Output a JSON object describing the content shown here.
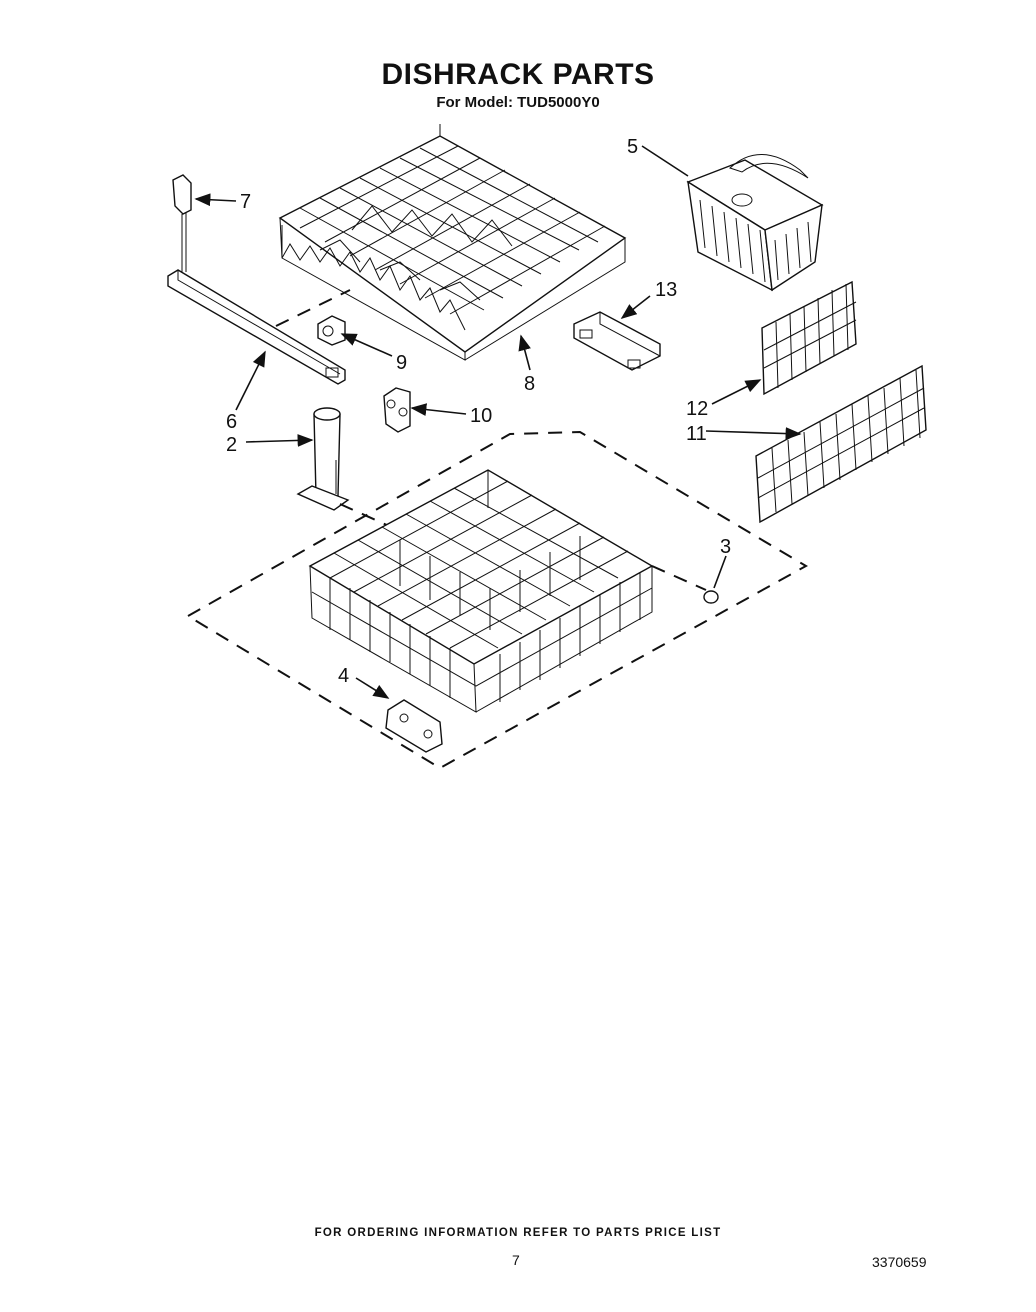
{
  "header": {
    "title": "DISHRACK PARTS",
    "subtitle": "For Model: TUD5000Y0"
  },
  "callouts": [
    {
      "id": "label-1",
      "text": "5"
    },
    {
      "id": "label-2",
      "text": "7"
    },
    {
      "id": "label-3",
      "text": "13"
    },
    {
      "id": "label-4",
      "text": "9"
    },
    {
      "id": "label-5",
      "text": "8"
    },
    {
      "id": "label-6",
      "text": "6"
    },
    {
      "id": "label-7",
      "text": "10"
    },
    {
      "id": "label-8",
      "text": "12"
    },
    {
      "id": "label-9",
      "text": "11"
    },
    {
      "id": "label-10",
      "text": "2"
    },
    {
      "id": "label-11",
      "text": "3"
    },
    {
      "id": "label-12",
      "text": "4"
    }
  ],
  "footer": {
    "note": "FOR ORDERING INFORMATION REFER TO PARTS PRICE LIST",
    "page_number": "7",
    "document_number": "3370659"
  }
}
